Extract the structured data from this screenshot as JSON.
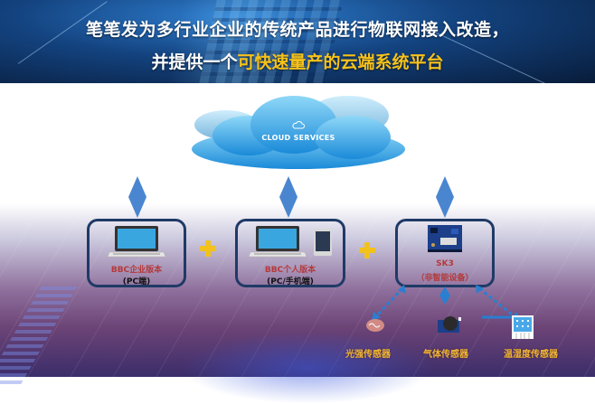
{
  "header": {
    "line1": "笔笔发为多行业企业的传统产品进行物联网接入改造，",
    "line2_prefix": "并提供一个",
    "line2_highlight": "可快速量产的云端系统平台",
    "highlight_color": "#f7c21a"
  },
  "cloud": {
    "label": "CLOUD SERVICES",
    "icon": "cloud-icon"
  },
  "nodes": [
    {
      "title": "BBC企业版本",
      "subtitle": "(PC端)",
      "icons": [
        "laptop-icon"
      ]
    },
    {
      "title": "BBC个人版本",
      "subtitle": "(PC/手机端)",
      "icons": [
        "laptop-icon",
        "tablet-icon"
      ]
    },
    {
      "title": "SK3",
      "subtitle": "（非智能设备）",
      "icons": [
        "circuit-board-icon"
      ]
    }
  ],
  "connectors": {
    "plus_symbol": "plus-icon",
    "link_symbol": "bidirectional-diamond-icon"
  },
  "sensors": [
    {
      "label": "光强传感器",
      "icon": "light-sensor-icon"
    },
    {
      "label": "气体传感器",
      "icon": "gas-sensor-icon"
    },
    {
      "label": "温湿度传感器",
      "icon": "humidity-sensor-icon"
    }
  ],
  "colors": {
    "box_border": "#1f3a66",
    "title_red": "#b5393a",
    "sensor_label": "#f0b531",
    "diamond": "#4a86d0",
    "plus": "#f2c21b"
  }
}
